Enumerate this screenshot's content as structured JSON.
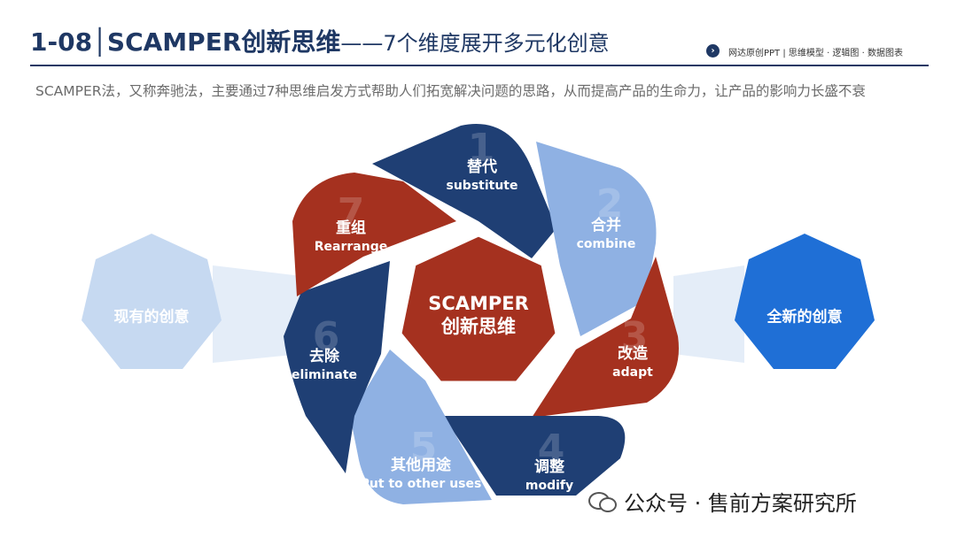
{
  "header": {
    "title_main": "1-08│SCAMPER创新思维",
    "title_sub": "——7个维度展开多元化创意",
    "brand": "网达原创PPT | 思维模型 · 逻辑图 · 数据图表"
  },
  "description": "SCAMPER法，又称奔驰法，主要通过7种思维启发方式帮助人们拓宽解决问题的思路，从而提高产品的生命力，让产品的影响力长盛不衰",
  "left_node": "现有的创意",
  "right_node": "全新的创意",
  "center": {
    "line1": "SCAMPER",
    "line2": "创新思维"
  },
  "blades": [
    {
      "num": "1",
      "cn": "替代",
      "en": "substitute",
      "color": "#1f3f74"
    },
    {
      "num": "2",
      "cn": "合并",
      "en": "combine",
      "color": "#8fb1e3"
    },
    {
      "num": "3",
      "cn": "改造",
      "en": "adapt",
      "color": "#a5311f"
    },
    {
      "num": "4",
      "cn": "调整",
      "en": "modify",
      "color": "#1f3f74"
    },
    {
      "num": "5",
      "cn": "其他用途",
      "en": "Put to other uses",
      "color": "#8fb1e3"
    },
    {
      "num": "6",
      "cn": "去除",
      "en": "eliminate",
      "color": "#1f3f74"
    },
    {
      "num": "7",
      "cn": "重组",
      "en": "Rearrange",
      "color": "#a5311f"
    }
  ],
  "colors": {
    "navy": "#1f3f74",
    "light_blue": "#8fb1e3",
    "red": "#a5311f",
    "left_node": "#c6d9f1",
    "right_node": "#1f6fd6"
  },
  "watermark": "公众号 · 售前方案研究所",
  "icons": {
    "brand": "chevron-right-icon",
    "watermark": "wechat-icon"
  }
}
